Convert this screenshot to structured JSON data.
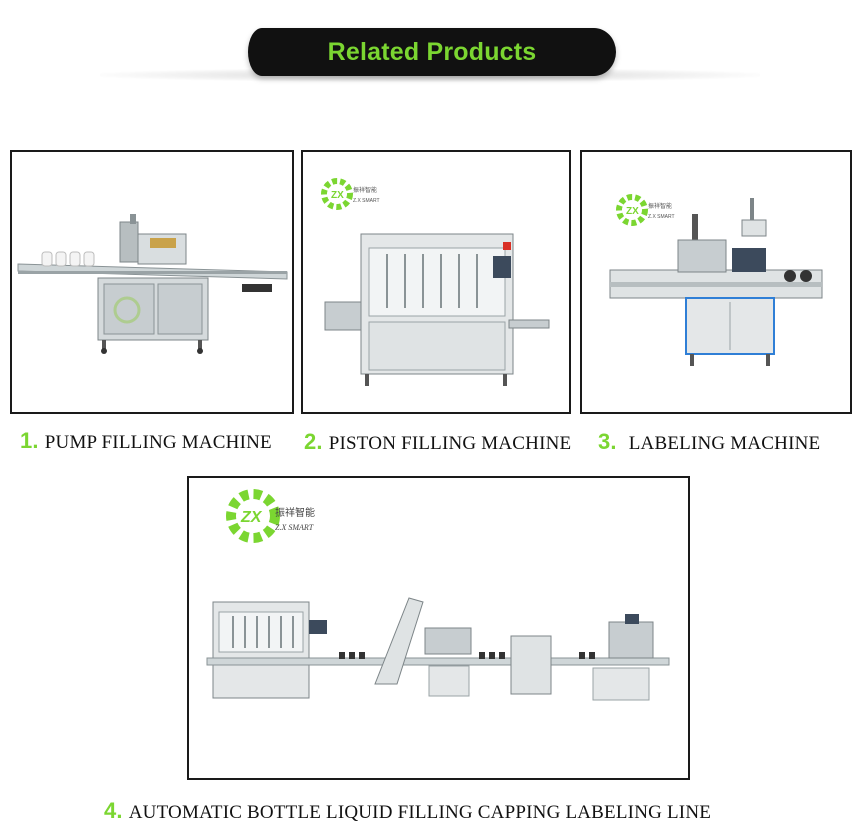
{
  "banner": {
    "title": "Related Products"
  },
  "products": [
    {
      "number": "1.",
      "name": "PUMP FILLING MACHINE"
    },
    {
      "number": "2.",
      "name": "PISTON FILLING MACHINE"
    },
    {
      "number": "3.",
      "name": "LABELING MACHINE"
    },
    {
      "number": "4.",
      "name": "AUTOMATIC BOTTLE LIQUID FILLING CAPPING LABELING LINE"
    }
  ],
  "logo": {
    "mark": "ZX",
    "cn": "振祥智能",
    "en": "Z.X SMART"
  },
  "colors": {
    "accent": "#7bd631",
    "banner_bg": "#111111",
    "frame": "#1a1a1a"
  }
}
